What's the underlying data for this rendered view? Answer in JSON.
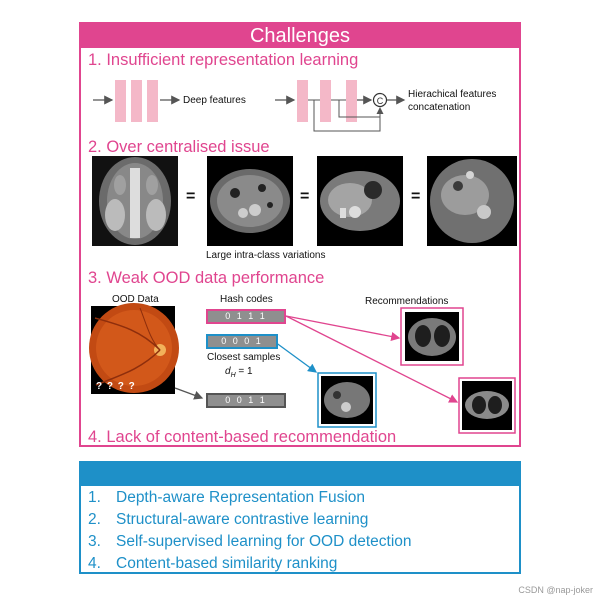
{
  "challenges": {
    "header": "Challenges",
    "sections": [
      "1. Insufficient representation learning",
      "2. Over centralised issue",
      "3. Weak OOD data performance",
      "4. Lack of content-based recommendation"
    ],
    "sec1": {
      "deep_features": "Deep features",
      "hier_line1": "Hierachical features",
      "hier_line2": "concatenation",
      "concat_symbol": "C"
    },
    "sec2": {
      "caption": "Large intra-class variations",
      "equals": "="
    },
    "sec3": {
      "ood_label": "OOD Data",
      "ood_marks": "? ? ? ?",
      "hash_label": "Hash codes",
      "codes": [
        "0 1 1 1",
        "0 0 0 1",
        "0 0 1 1"
      ],
      "closest_label": "Closest samples",
      "dh_label": "d",
      "dh_sub": "H",
      "dh_value": " = 1",
      "rec_label": "Recommendations"
    }
  },
  "solutions": {
    "header": "",
    "items": [
      {
        "num": "1.",
        "text": "Depth-aware Representation Fusion"
      },
      {
        "num": "2.",
        "text": "Structural-aware contrastive learning"
      },
      {
        "num": "3.",
        "text": "Self-supervised learning for OOD detection"
      },
      {
        "num": "4.",
        "text": "Content-based similarity ranking"
      }
    ]
  },
  "footer": "CSDN @nap-joker",
  "colors": {
    "pink": "#e0458f",
    "blue": "#1e90c8",
    "layer": "#f4b8c8",
    "code": "#8f8f8f"
  }
}
